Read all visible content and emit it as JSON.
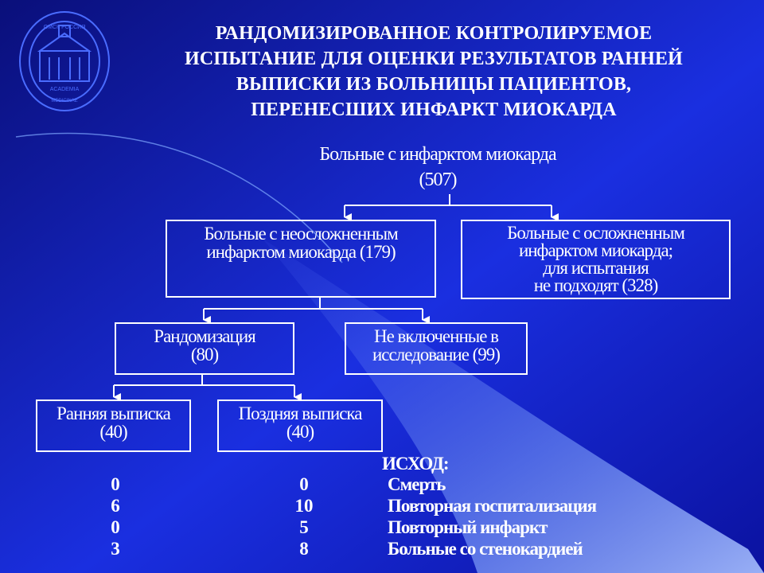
{
  "title": {
    "lines": [
      "РАНДОМИЗИРОВАННОЕ  КОНТРОЛИРУЕМОЕ",
      "ИСПЫТАНИЕ ДЛЯ  ОЦЕНКИ РЕЗУЛЬТАТОВ РАННЕЙ",
      "ВЫПИСКИ ИЗ БОЛЬНИЦЫ ПАЦИЕНТОВ,",
      "ПЕРЕНЕСШИХ ИНФАРКТ МИОКАРДА"
    ]
  },
  "logo": {
    "text_top": "ОМСК  РОССИЯ",
    "text_mid": "ACADEMIA",
    "text_bot": "MEDICINAE"
  },
  "diagram": {
    "root": {
      "line1": "Больные с инфарктом миокарда",
      "line2": "(507)"
    },
    "uncomplicated": {
      "line1": "Больные с неосложненным",
      "line2": "инфарктом миокарда (179)"
    },
    "complicated": {
      "line1": "Больные с осложненным",
      "line2": "инфарктом миокарда;",
      "line3": "для испытания",
      "line4": "не подходят (328)"
    },
    "randomization": {
      "line1": "Рандомизация",
      "line2": "(80)"
    },
    "excluded": {
      "line1": "Не включенные в",
      "line2": "исследование (99)"
    },
    "early": {
      "line1": "Ранняя выписка",
      "line2": "(40)"
    },
    "late": {
      "line1": "Поздняя выписка",
      "line2": "(40)"
    }
  },
  "outcomes": {
    "title": "ИСХОД:",
    "rows": [
      {
        "early": "0",
        "late": "0",
        "label": "Смерть"
      },
      {
        "early": "6",
        "late": "10",
        "label": "Повторная госпитализация"
      },
      {
        "early": "0",
        "late": "5",
        "label": "Повторный инфаркт"
      },
      {
        "early": "3",
        "late": "8",
        "label": "Больные со стенокардией"
      }
    ]
  },
  "colors": {
    "background_dark": "#0a0f7a",
    "background_mid": "#1a2fe0",
    "accent_light": "#7fa8ff",
    "text": "#ffffff",
    "logo": "#4a6cff"
  }
}
